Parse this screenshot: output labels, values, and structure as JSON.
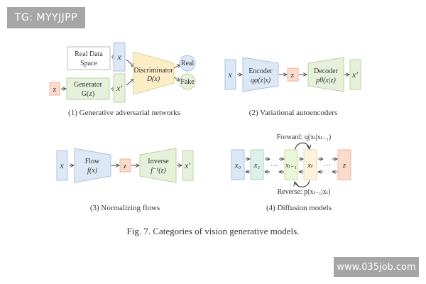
{
  "watermarks": {
    "top_left": "TG: MYYJJPP",
    "bottom_right": "www.035job.com"
  },
  "colors": {
    "blue": "#dce8f5",
    "blue_border": "#a9c3df",
    "green": "#e6f0da",
    "green_border": "#bcd3a4",
    "orange": "#fbdccc",
    "orange_border": "#eeb49a",
    "yellow": "#fbedc6",
    "yellow_border": "#e8d08c",
    "teal": "#dcf1ea",
    "teal_border": "#a9d8c6",
    "lime": "#e9f7d8",
    "lime_border": "#bfe0a0",
    "cream": "#fdf3dc",
    "cream_border": "#eed8a8",
    "arrow": "#444444"
  },
  "panels": {
    "gan": {
      "caption": "(1) Generative adversarial networks",
      "real_data": [
        "Real Data",
        "Space"
      ],
      "x": "x",
      "z": "z",
      "generator": [
        "Generator",
        "G(z)"
      ],
      "x_prime": "x′",
      "discriminator": [
        "Discriminator",
        "D(x)"
      ],
      "real": "Real",
      "fake": "Fake"
    },
    "vae": {
      "caption": "(2) Variational autoencoders",
      "x": "x",
      "encoder": [
        "Encoder",
        "qφ(z|x)"
      ],
      "z": "z",
      "decoder": [
        "Decoder",
        "pθ(x|z)"
      ],
      "x_prime": "x′"
    },
    "flow": {
      "caption": "(3) Normalizing flows",
      "x": "x",
      "flow": [
        "Flow",
        "f(x)"
      ],
      "z": "z",
      "inverse": [
        "Inverse",
        "f⁻¹(z)"
      ],
      "x_prime": "x′"
    },
    "diffusion": {
      "caption": "(4) Diffusion models",
      "forward": "Forward: q(xₜ|xₜ₋₁)",
      "reverse": "Reverse: p(xₜ₋₁|xₜ)",
      "nodes": [
        "x₀",
        "x₁",
        "xₜ₋₁",
        "xₜ",
        "z"
      ],
      "ellipsis": "⋯"
    }
  },
  "figure_caption": "Fig. 7.  Categories of vision generative models."
}
